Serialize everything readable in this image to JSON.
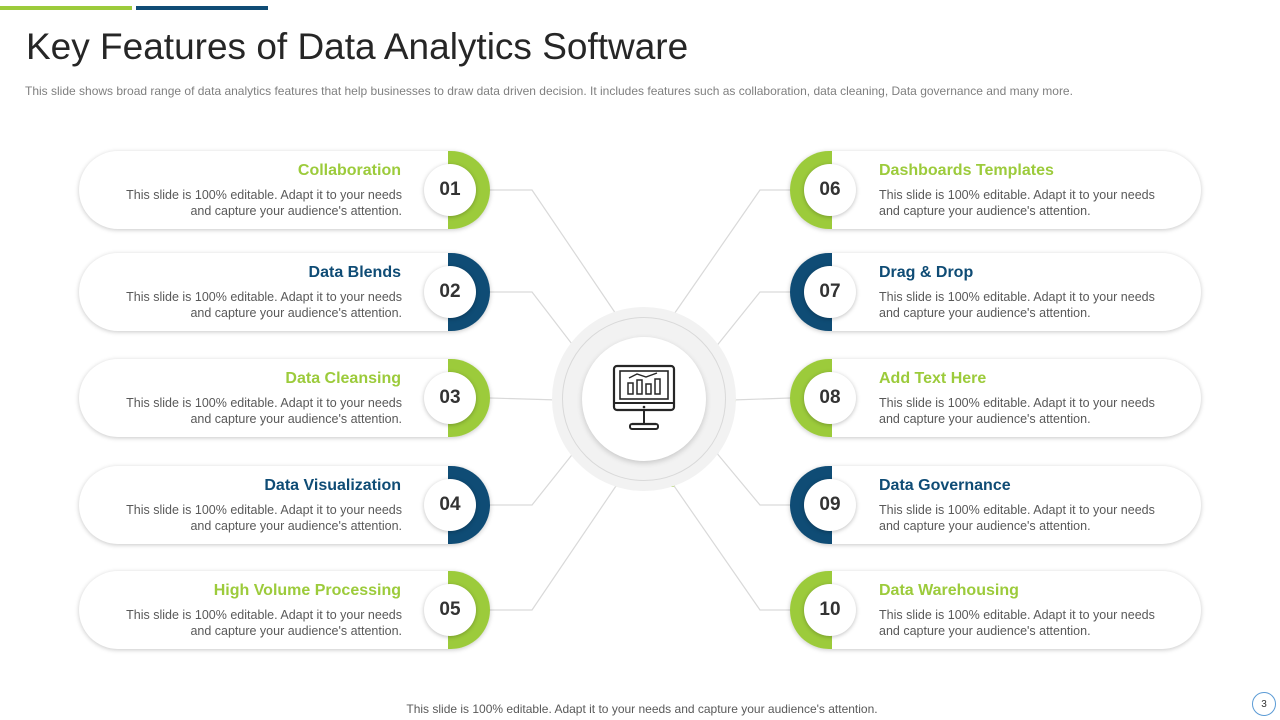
{
  "header": {
    "title": "Key Features of Data Analytics Software",
    "subtitle": "This slide shows broad range of data analytics features that help businesses to draw data driven  decision. It includes features such as collaboration, data cleaning, Data governance  and many more."
  },
  "colors": {
    "green": "#9ccb3b",
    "navy": "#0f4c75",
    "line": "#d9d9d9"
  },
  "features": [
    {
      "number": "01",
      "title": "Collaboration",
      "desc": "This slide is 100% editable. Adapt it to your needs and capture your audience's attention.",
      "accent": "green"
    },
    {
      "number": "02",
      "title": "Data Blends",
      "desc": "This slide is 100% editable. Adapt it to your needs and capture your audience's attention.",
      "accent": "navy"
    },
    {
      "number": "03",
      "title": "Data Cleansing",
      "desc": "This slide is 100% editable. Adapt it to your needs and capture your audience's attention.",
      "accent": "green"
    },
    {
      "number": "04",
      "title": "Data Visualization",
      "desc": "This slide is 100% editable. Adapt it to your needs and capture your audience's attention.",
      "accent": "navy"
    },
    {
      "number": "05",
      "title": "High Volume Processing",
      "desc": "This slide is 100% editable. Adapt it to your needs and capture your audience's attention.",
      "accent": "green"
    },
    {
      "number": "06",
      "title": "Dashboards Templates",
      "desc": "This slide is 100% editable. Adapt it to your needs and capture your audience's attention.",
      "accent": "green"
    },
    {
      "number": "07",
      "title": "Drag & Drop",
      "desc": "This slide is 100% editable. Adapt it to your needs and capture your audience's attention.",
      "accent": "navy"
    },
    {
      "number": "08",
      "title": "Add Text Here",
      "desc": "This slide is 100% editable. Adapt it to your needs and capture your audience's attention.",
      "accent": "green"
    },
    {
      "number": "09",
      "title": "Data Governance",
      "desc": "This slide is 100% editable. Adapt it to your needs and capture your audience's attention.",
      "accent": "navy"
    },
    {
      "number": "10",
      "title": "Data Warehousing",
      "desc": "This slide is 100% editable. Adapt it to your needs and capture your audience's attention.",
      "accent": "green"
    }
  ],
  "center_icon": "monitor-analytics-icon",
  "footer": {
    "note": "This slide is 100% editable. Adapt it to your needs and capture your audience's attention.",
    "page_number": "3"
  }
}
